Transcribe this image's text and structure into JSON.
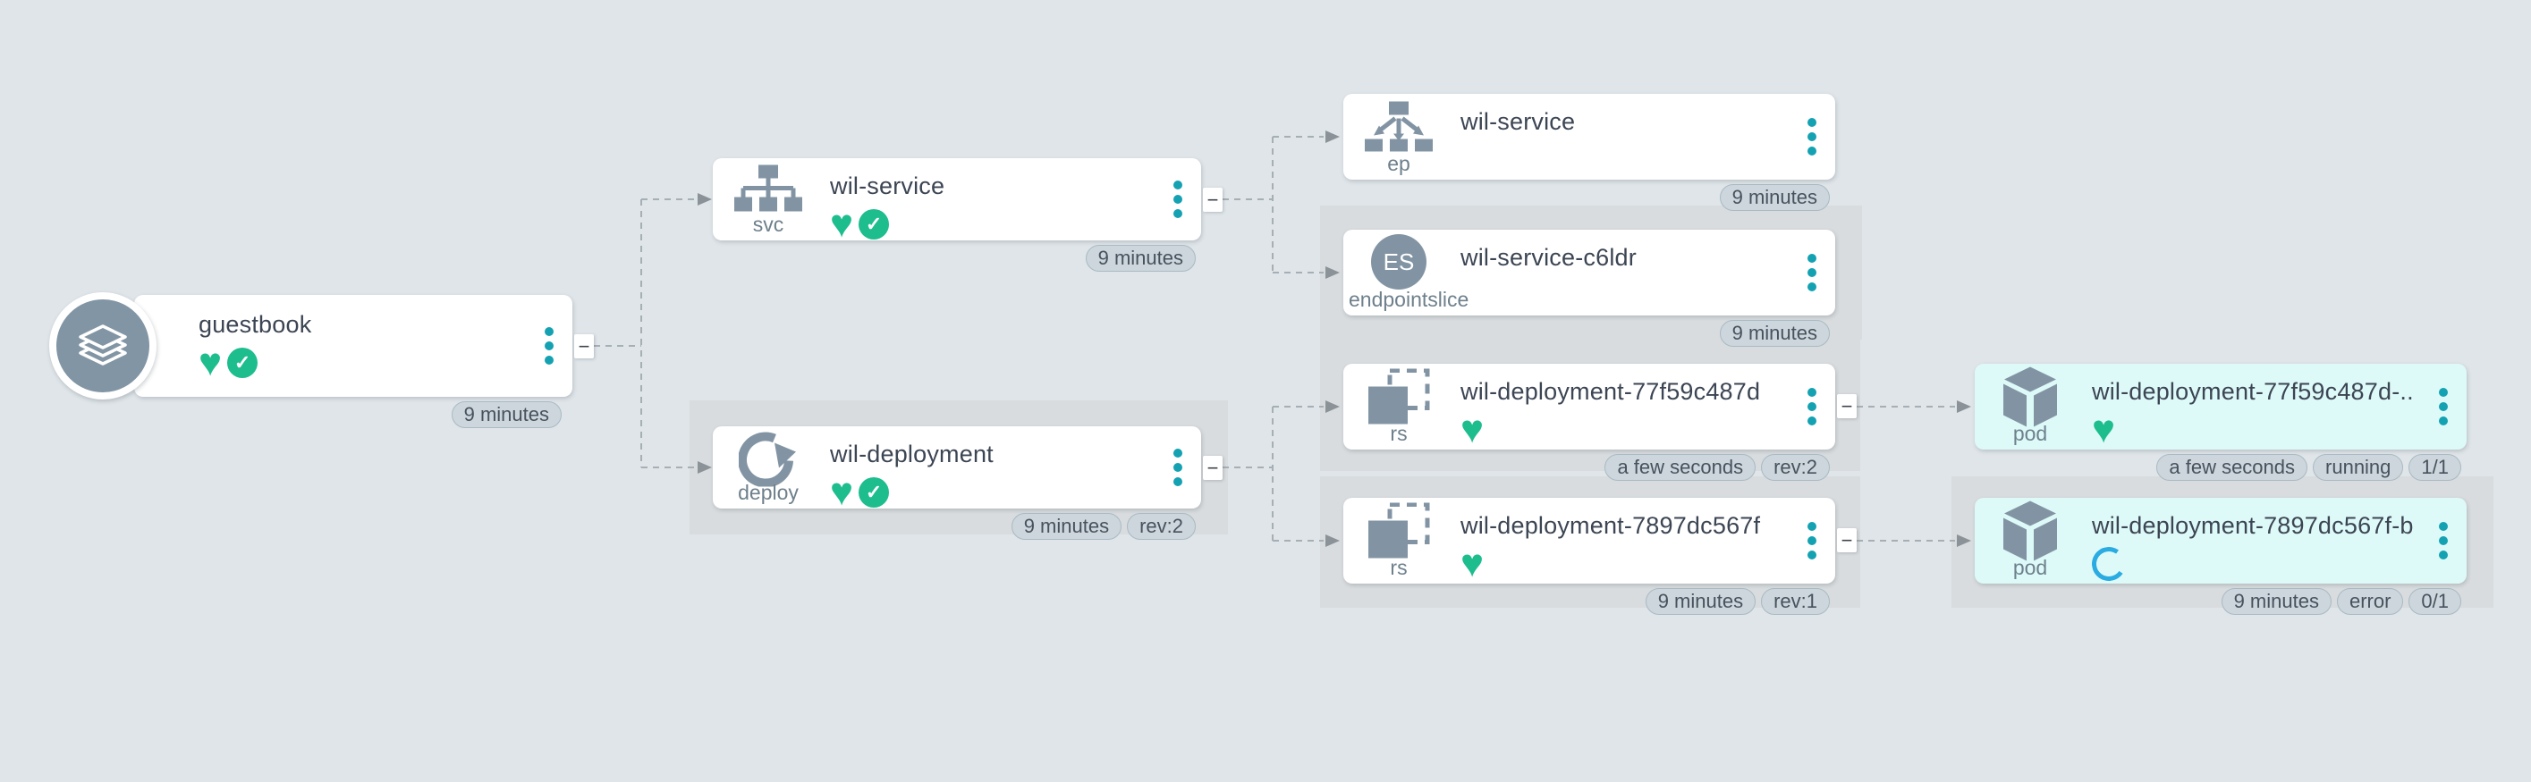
{
  "app": {
    "background": "#dfe5e9",
    "panel_color": "#d8dcde",
    "card_color": "#ffffff",
    "pod_card_color": "#defaf8",
    "accent_teal": "#14a2b2",
    "health_green": "#1ebd8e",
    "progress_blue": "#2aabe2",
    "icon_slate": "#8294a3"
  },
  "icons": {
    "heart": "♥",
    "check": "✓",
    "collapse": "−",
    "es_label": "ES"
  },
  "nodes": [
    {
      "title": "guestbook",
      "kind": "",
      "badges": [
        "9 minutes"
      ]
    },
    {
      "title": "wil-service",
      "kind": "svc",
      "badges": [
        "9 minutes"
      ]
    },
    {
      "title": "wil-deployment",
      "kind": "deploy",
      "badges": [
        "9 minutes",
        "rev:2"
      ]
    },
    {
      "title": "wil-service",
      "kind": "ep",
      "badges": [
        "9 minutes"
      ]
    },
    {
      "title": "wil-service-c6ldr",
      "kind": "endpointslice",
      "badges": [
        "9 minutes"
      ]
    },
    {
      "title": "wil-deployment-77f59c487d",
      "kind": "rs",
      "badges": [
        "a few seconds",
        "rev:2"
      ]
    },
    {
      "title": "wil-deployment-7897dc567f",
      "kind": "rs",
      "badges": [
        "9 minutes",
        "rev:1"
      ]
    },
    {
      "title": "wil-deployment-77f59c487d-...",
      "kind": "pod",
      "badges": [
        "a few seconds",
        "running",
        "1/1"
      ]
    },
    {
      "title": "wil-deployment-7897dc567f-b...",
      "kind": "pod",
      "badges": [
        "9 minutes",
        "error",
        "0/1"
      ]
    }
  ]
}
